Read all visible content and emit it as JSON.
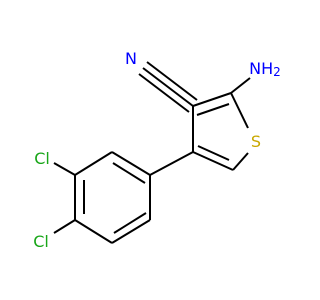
{
  "structure": {
    "atoms": [
      {
        "id": "N_nitrile",
        "label": "N",
        "color": "#0000ff"
      },
      {
        "id": "NH2",
        "label": "NH",
        "sub": "2",
        "color": "#0000ff"
      },
      {
        "id": "S",
        "label": "S",
        "color": "#c9a800"
      },
      {
        "id": "Cl_3",
        "label": "Cl",
        "color": "#19a619"
      },
      {
        "id": "Cl_4",
        "label": "Cl",
        "color": "#19a619"
      }
    ]
  }
}
